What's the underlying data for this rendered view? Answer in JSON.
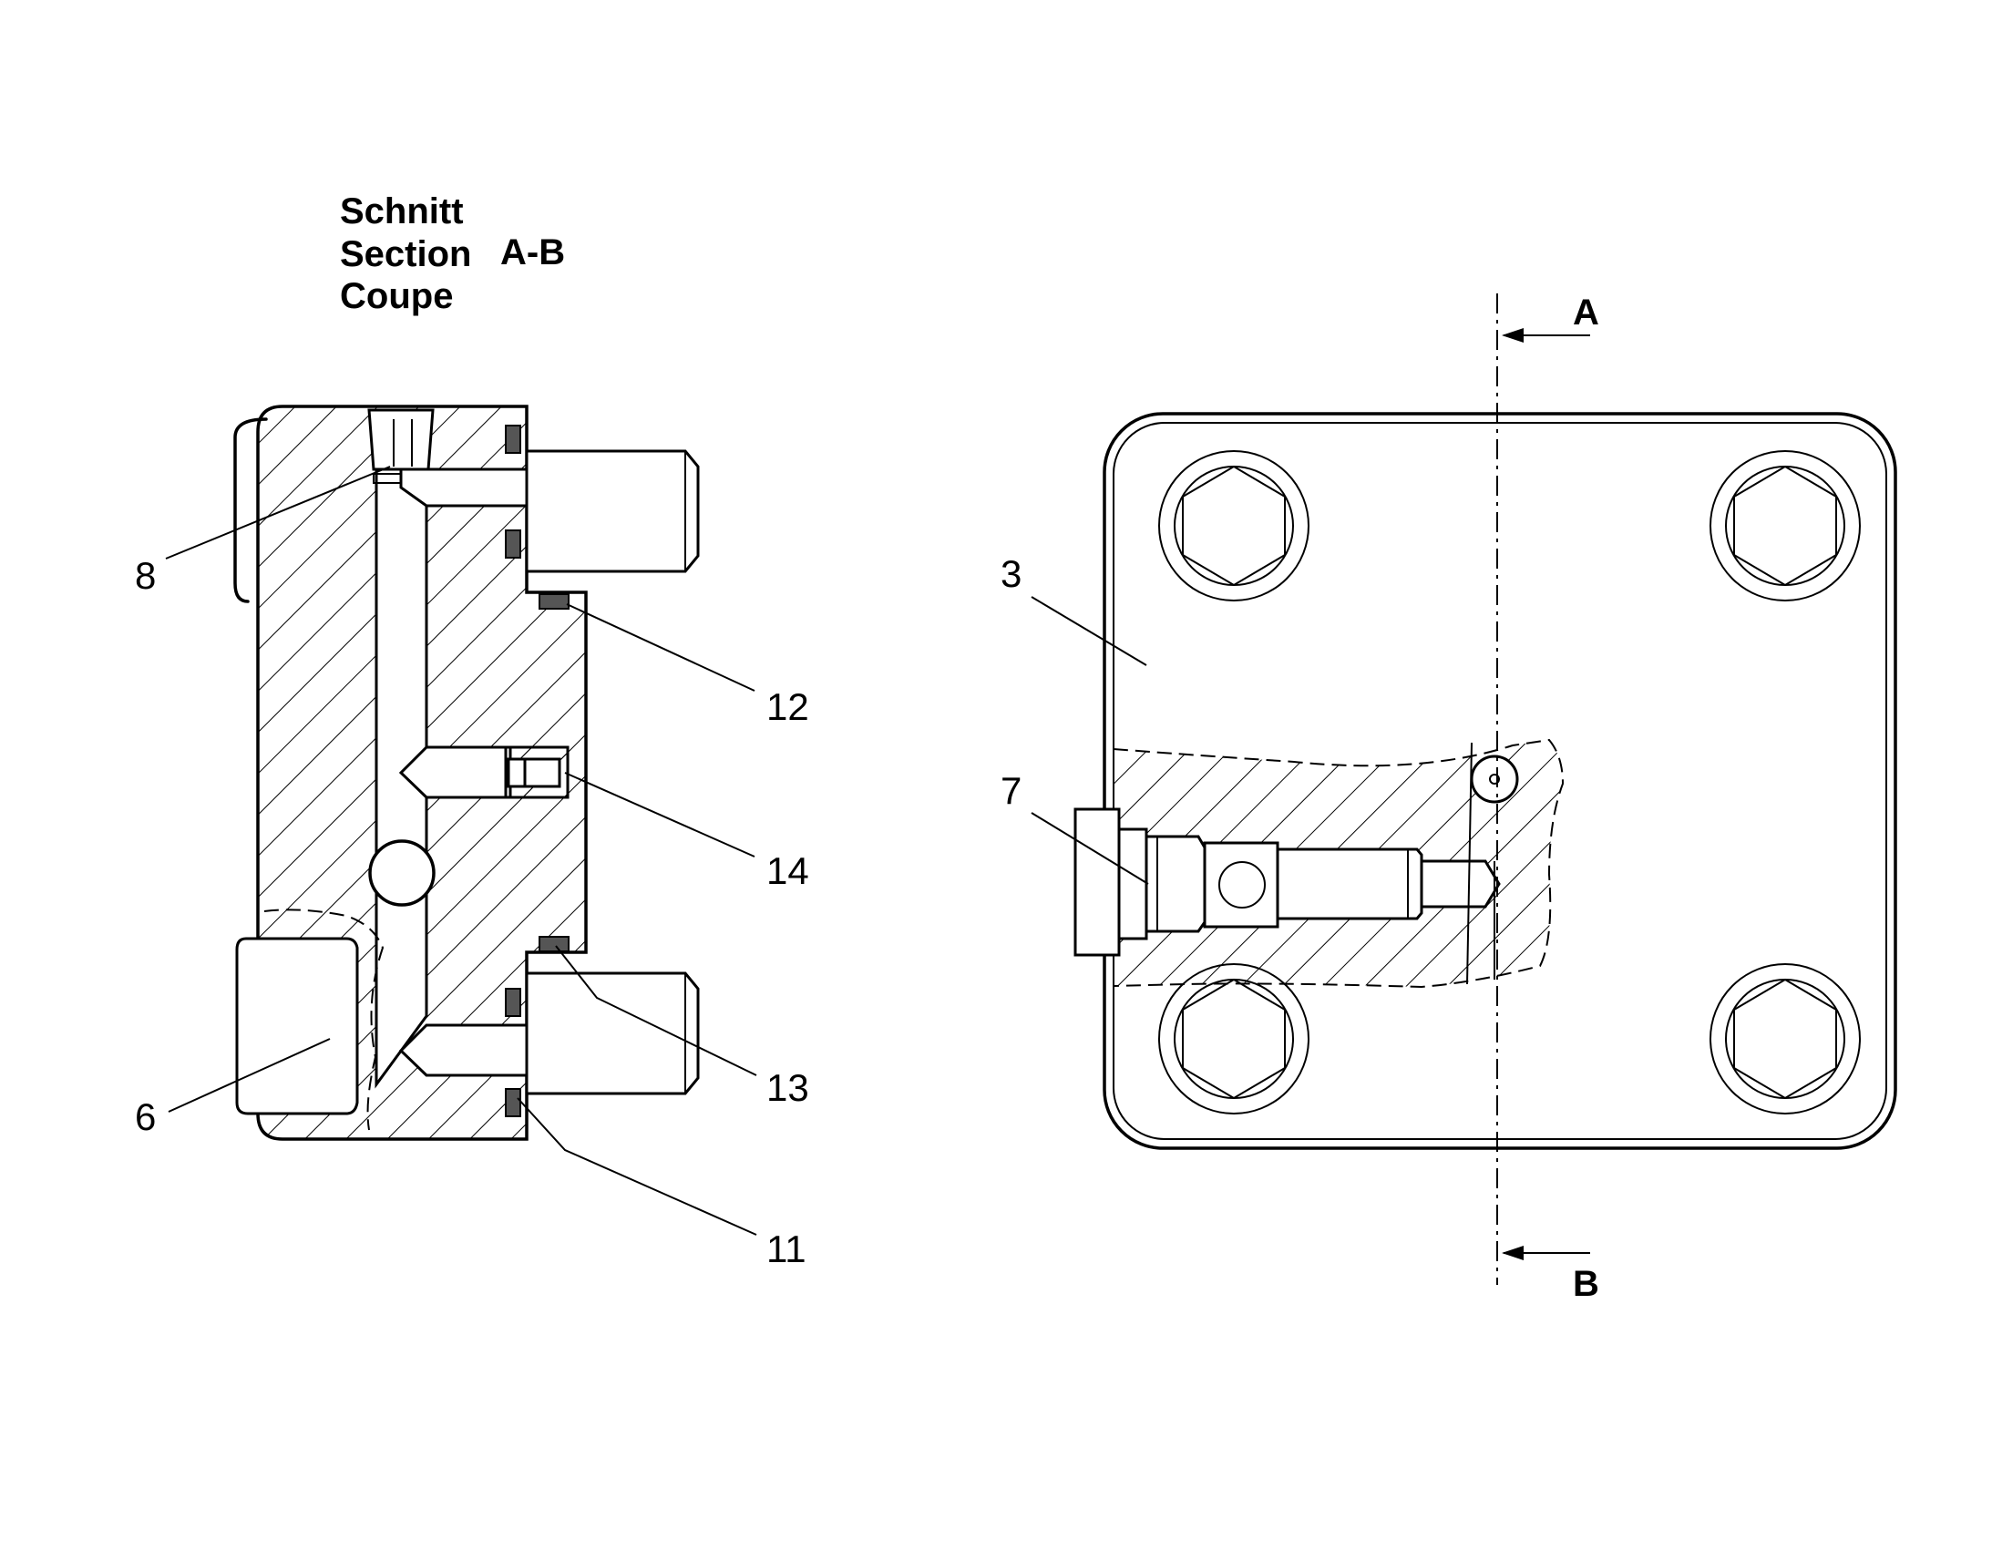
{
  "title": {
    "line1": "Schnitt",
    "line2": "Section",
    "line3": "Coupe",
    "section_label": "A-B"
  },
  "section_markers": {
    "top": "A",
    "bottom": "B"
  },
  "callouts": {
    "c8": "8",
    "c6": "6",
    "c12": "12",
    "c14": "14",
    "c13": "13",
    "c11": "11",
    "c3": "3",
    "c7": "7"
  }
}
